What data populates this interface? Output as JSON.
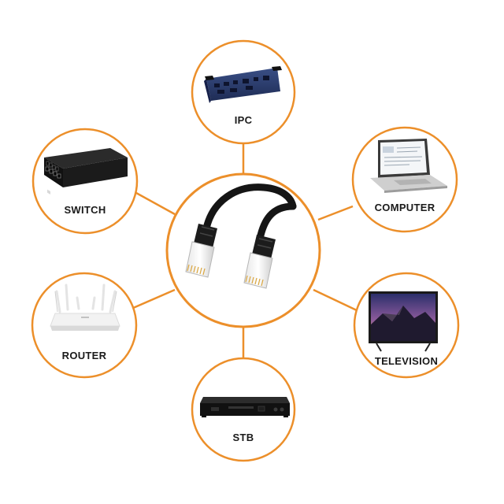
{
  "colors": {
    "ring": "#ec8f2a",
    "background": "#ffffff",
    "label": "#1a1a1a"
  },
  "center": {
    "icon": "ethernet-cable-icon"
  },
  "nodes": [
    {
      "id": "ipc",
      "label": "IPC",
      "icon": "industrial-pc-icon"
    },
    {
      "id": "switch",
      "label": "SWITCH",
      "icon": "network-switch-icon"
    },
    {
      "id": "computer",
      "label": "COMPUTER",
      "icon": "laptop-icon"
    },
    {
      "id": "router",
      "label": "ROUTER",
      "icon": "wifi-router-icon"
    },
    {
      "id": "television",
      "label": "TELEVISION",
      "icon": "television-icon"
    },
    {
      "id": "stb",
      "label": "STB",
      "icon": "set-top-box-icon"
    }
  ]
}
